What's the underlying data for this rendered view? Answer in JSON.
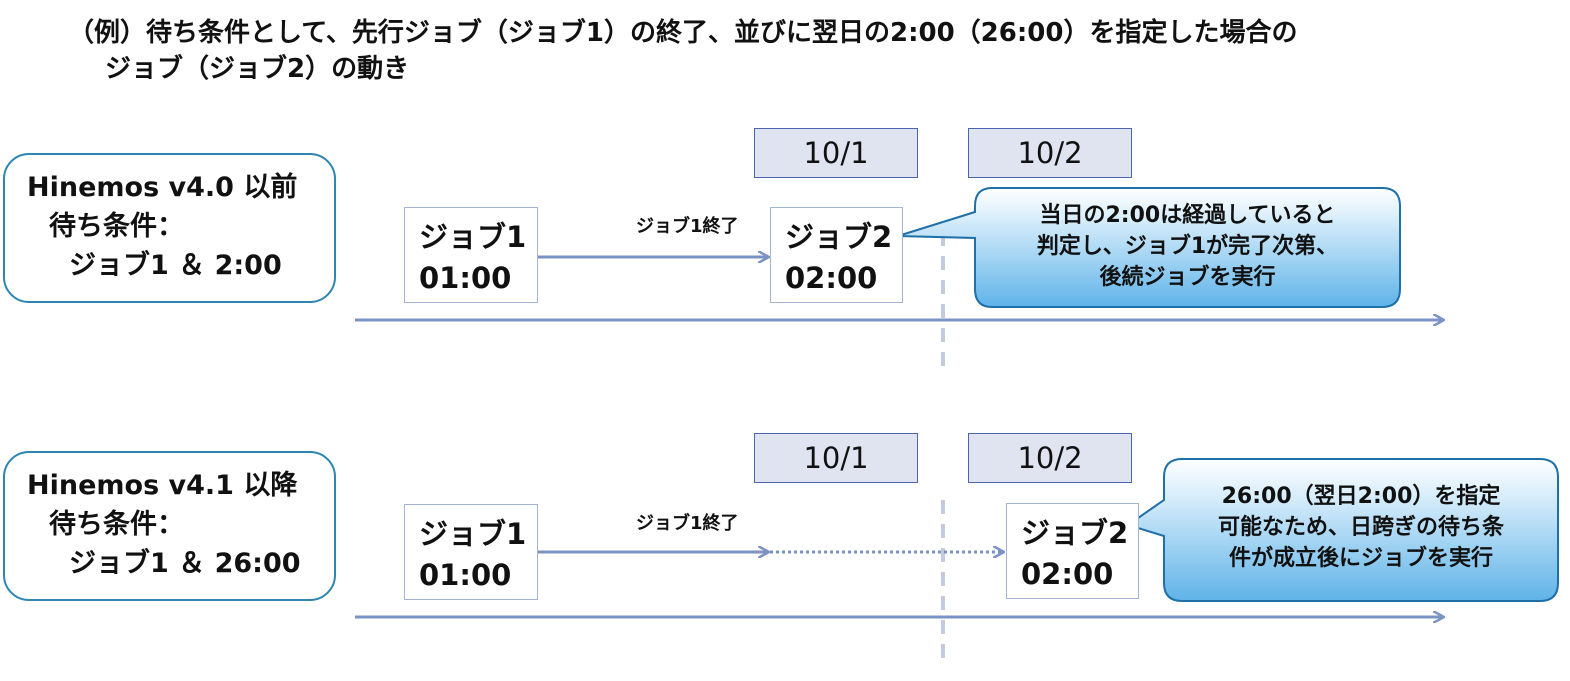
{
  "title": {
    "line1": "（例）待ち条件として、先行ジョブ（ジョブ1）の終了、並びに翌日の2:00（26:00）を指定した場合の",
    "line2": "ジョブ（ジョブ2）の動き"
  },
  "rows": [
    {
      "version": {
        "line1": "Hinemos v4.0 以前",
        "line2": "待ち条件：",
        "line3": "ジョブ1 ＆ 2:00"
      },
      "dates": [
        "10/1",
        "10/2"
      ],
      "job1": {
        "name": "ジョブ1",
        "time": "01:00"
      },
      "edge_label": "ジョブ1終了",
      "job2": {
        "name": "ジョブ2",
        "time": "02:00"
      },
      "callout": {
        "line1": "当日の2:00は経過していると",
        "line2": "判定し、ジョブ1が完了次第、",
        "line3": "後続ジョブを実行"
      }
    },
    {
      "version": {
        "line1": "Hinemos v4.1 以降",
        "line2": "待ち条件：",
        "line3": "ジョブ1 ＆ 26:00"
      },
      "dates": [
        "10/1",
        "10/2"
      ],
      "job1": {
        "name": "ジョブ1",
        "time": "01:00"
      },
      "edge_label": "ジョブ1終了",
      "job2": {
        "name": "ジョブ2",
        "time": "02:00"
      },
      "callout": {
        "line1": "26:00（翌日2:00）を指定",
        "line2": "可能なため、日跨ぎの待ち条",
        "line3": "件が成立後にジョブを実行"
      }
    }
  ],
  "colors": {
    "arrow": "#7b93c4",
    "date_fill": "#dfe4f0",
    "version_border": "#2c86b0",
    "callout_border": "#1f6fa8",
    "callout_fill": "#5fb3e8",
    "divider": "#c3cbe0"
  }
}
